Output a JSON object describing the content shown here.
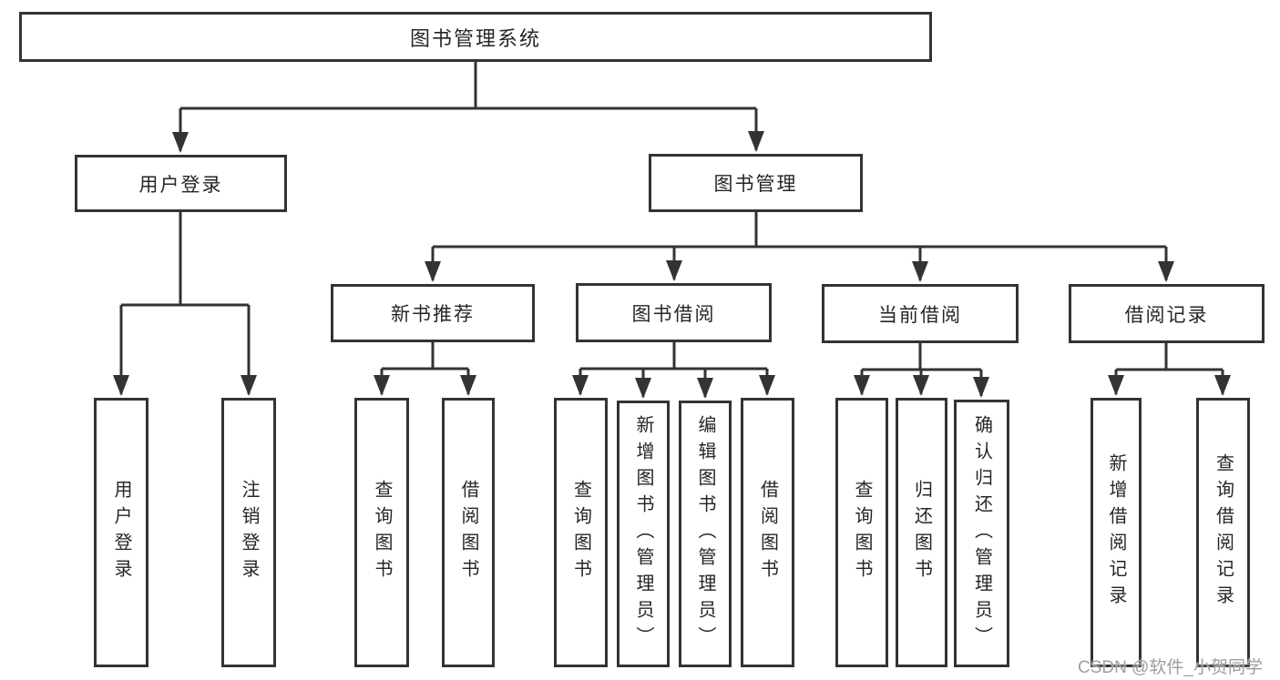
{
  "diagram": {
    "root": {
      "label": "图书管理系统"
    },
    "level2": [
      {
        "label": "用户登录"
      },
      {
        "label": "图书管理"
      }
    ],
    "level3": [
      {
        "label": "新书推荐"
      },
      {
        "label": "图书借阅"
      },
      {
        "label": "当前借阅"
      },
      {
        "label": "借阅记录"
      }
    ],
    "leaves_user_login": [
      {
        "label": "用户登录"
      },
      {
        "label": "注销登录"
      }
    ],
    "leaves_new_book": [
      {
        "label": "查询图书"
      },
      {
        "label": "借阅图书"
      }
    ],
    "leaves_book_borrow": [
      {
        "label": "查询图书"
      },
      {
        "label": "新增图书（管理员）"
      },
      {
        "label": "编辑图书（管理员）"
      },
      {
        "label": "借阅图书"
      }
    ],
    "leaves_current_borrow": [
      {
        "label": "查询图书"
      },
      {
        "label": "归还图书"
      },
      {
        "label": "确认归还（管理员）"
      }
    ],
    "leaves_borrow_records": [
      {
        "label": "新增借阅记录"
      },
      {
        "label": "查询借阅记录"
      }
    ]
  },
  "watermark": {
    "text": "CSDN @软件_小贺同学"
  },
  "colors": {
    "line": "#333333",
    "text": "#262626",
    "watermark": "#9e9e9e",
    "background": "#ffffff"
  }
}
